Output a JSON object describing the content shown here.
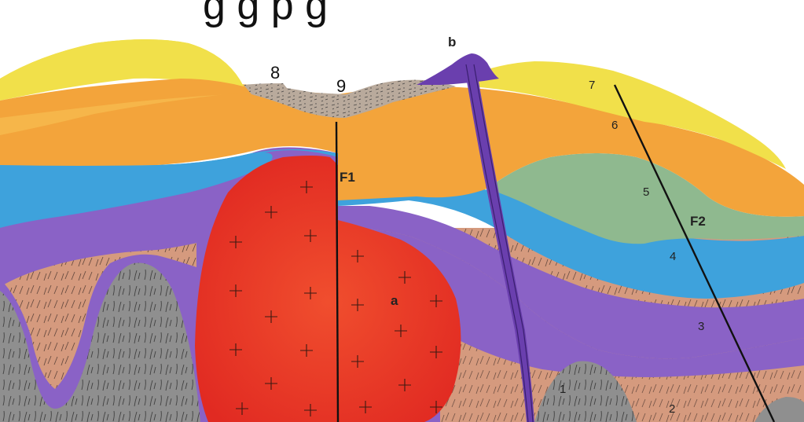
{
  "title_fragment": "g    g p      g",
  "labels": {
    "layer_1": "1",
    "layer_2": "2",
    "layer_3": "3",
    "layer_4": "4",
    "layer_5": "5",
    "layer_6": "6",
    "layer_7": "7",
    "layer_8": "8",
    "layer_9": "9",
    "intrusion_a": "a",
    "volcano_b": "b",
    "fault_f1": "F1",
    "fault_f2": "F2"
  },
  "colors": {
    "basement_gray": "#8f8f8f",
    "basement_brown": "#d59a7e",
    "layer_3_purple": "#8a62c6",
    "layer_4_blue": "#3ea2dc",
    "layer_5_green": "#8fb98f",
    "layer_6_orange": "#f3a43b",
    "layer_7_yellow": "#f1e04a",
    "sediment_8_9": "#b9aa9c",
    "granite_a": "#ee3b28",
    "volcanic_b": "#6a3fae"
  }
}
